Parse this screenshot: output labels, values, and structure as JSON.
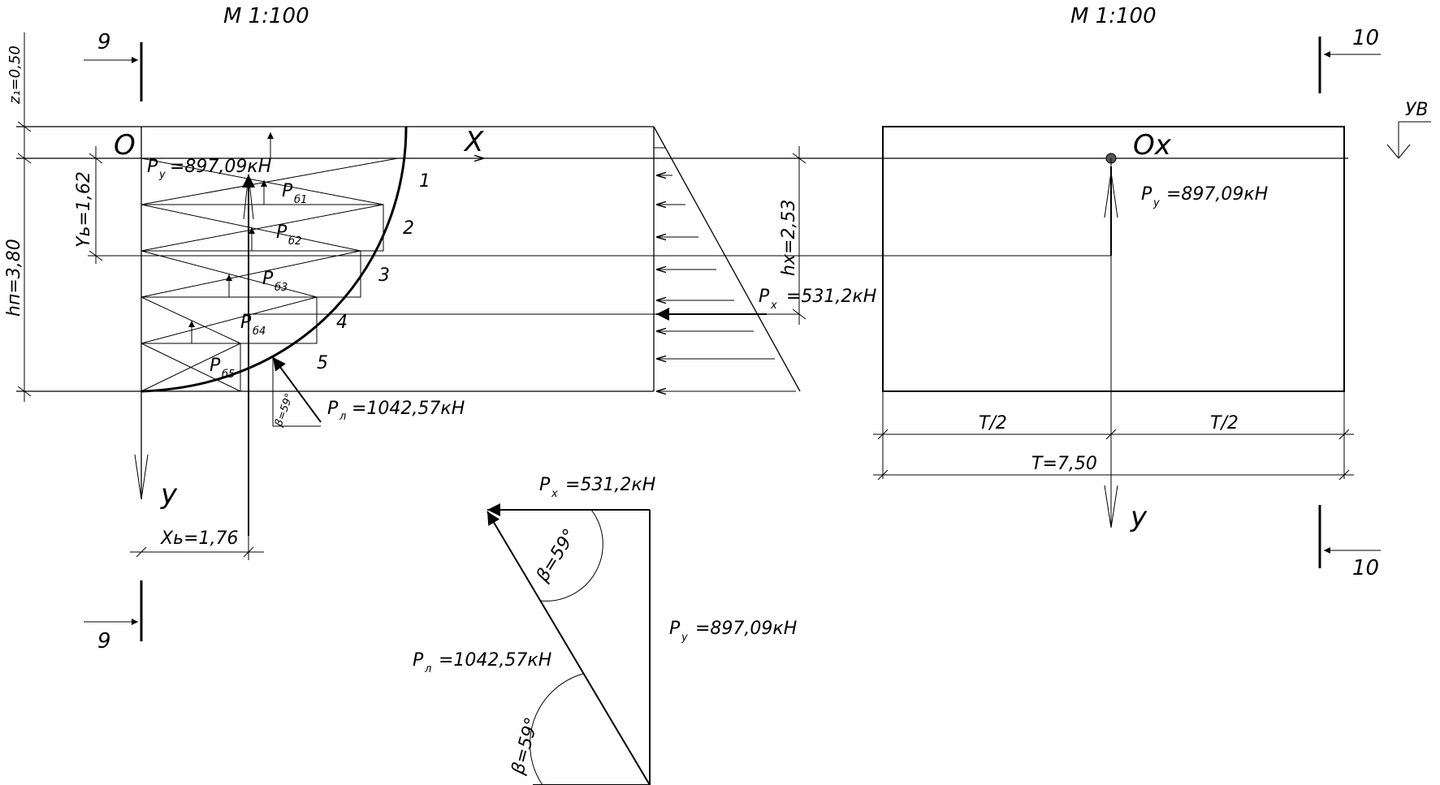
{
  "scales": {
    "left": "М 1:100",
    "right": "М 1:100"
  },
  "sections": {
    "left": "9",
    "right": "10"
  },
  "labels": {
    "origin": "O",
    "axis_x": "X",
    "axis_y": "y",
    "axis_ox": "Ox",
    "uv": "УВ",
    "z1": "z₁=0,50",
    "hp": "hп=3,80",
    "yb": "Yь=1,62",
    "xb": "Xь=1,76",
    "hx": "hх=2,53",
    "t_half": "T/2",
    "t_total": "T=7,50",
    "beta": "β=59°"
  },
  "forces": {
    "py": "=897,09кН",
    "px": "=531,2кН",
    "pl": "=1042,57кН",
    "py_sym": "P",
    "py_sub": "y",
    "px_sym": "P",
    "px_sub": "x",
    "pl_sym": "P",
    "pl_sub": "л"
  },
  "bodies": [
    {
      "sym": "P",
      "sub": "б1"
    },
    {
      "sym": "P",
      "sub": "б2"
    },
    {
      "sym": "P",
      "sub": "б3"
    },
    {
      "sym": "P",
      "sub": "б4"
    },
    {
      "sym": "P",
      "sub": "б5"
    }
  ],
  "strip_numbers": [
    "1",
    "2",
    "3",
    "4",
    "5"
  ]
}
